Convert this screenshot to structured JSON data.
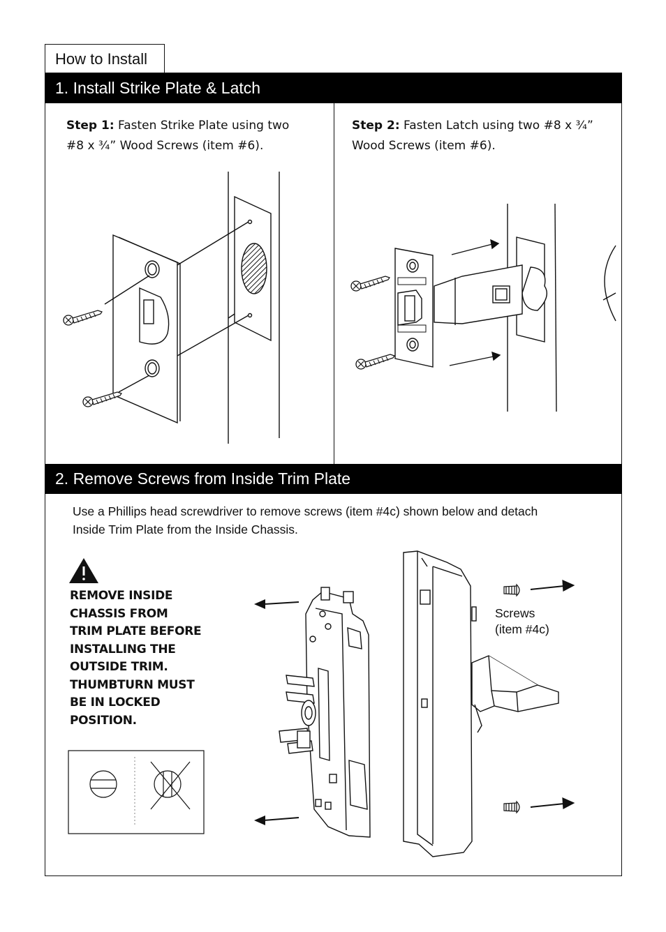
{
  "tab_title": "How to Install",
  "section1": {
    "heading": "1. Install Strike Plate & Latch",
    "step1": {
      "label": "Step 1:",
      "text": " Fasten Strike Plate using two",
      "text2": "#8 x ¾” Wood Screws (item #6)."
    },
    "step2": {
      "label": "Step 2:",
      "text": " Fasten Latch using two #8 x ¾”",
      "text2": "Wood Screws (item #6)."
    }
  },
  "section2": {
    "heading": "2. Remove Screws from Inside Trim Plate",
    "instructions_line1": "Use a Phillips head screwdriver to remove screws (item #4c) shown below and detach",
    "instructions_line2": "Inside Trim Plate from the Inside Chassis.",
    "warning_lines": [
      "REMOVE INSIDE",
      "CHASSIS FROM",
      "TRIM PLATE BEFORE",
      "INSTALLING THE",
      "OUTSIDE TRIM.",
      "THUMBTURN MUST",
      "BE IN LOCKED",
      "POSITION."
    ],
    "screws_label_line1": "Screws",
    "screws_label_line2": "(item #4c)"
  }
}
